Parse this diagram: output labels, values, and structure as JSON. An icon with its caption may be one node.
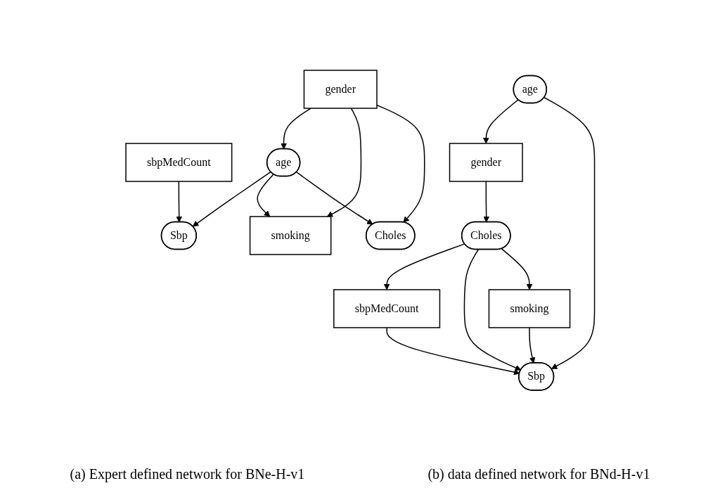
{
  "diagram": {
    "nodes": [
      {
        "text": [
          "gender"
        ]
      },
      {
        "text": [
          "sbpMedCount"
        ]
      },
      {
        "text": [
          "age"
        ]
      },
      {
        "text": [
          "Sbp"
        ]
      },
      {
        "text": [
          "smoking"
        ]
      },
      {
        "text": [
          "Choles"
        ]
      },
      {
        "text": [
          "age"
        ]
      },
      {
        "text": [
          "gender"
        ]
      },
      {
        "text": [
          "Choles"
        ]
      },
      {
        "text": [
          "sbpMedCount"
        ]
      },
      {
        "text": [
          "smoking"
        ]
      },
      {
        "text": [
          "Sbp"
        ]
      }
    ],
    "edges": [
      {
        "from": 0,
        "to": 2,
        "arrow": "to"
      },
      {
        "from": 0,
        "to": 4,
        "arrow": "to"
      },
      {
        "from": 0,
        "to": 5,
        "arrow": "to"
      },
      {
        "from": 1,
        "to": 3,
        "arrow": "to"
      },
      {
        "from": 2,
        "to": 3,
        "arrow": "to"
      },
      {
        "from": 2,
        "to": 4,
        "arrow": "to"
      },
      {
        "from": 2,
        "to": 5,
        "arrow": "to"
      },
      {
        "from": 6,
        "to": 7,
        "arrow": "to"
      },
      {
        "from": 6,
        "to": 11,
        "arrow": "to"
      },
      {
        "from": 7,
        "to": 8,
        "arrow": "to"
      },
      {
        "from": 8,
        "to": 9,
        "arrow": "to"
      },
      {
        "from": 8,
        "to": 11,
        "arrow": "to"
      },
      {
        "from": 8,
        "to": 10,
        "arrow": "to"
      },
      {
        "from": 9,
        "to": 11,
        "arrow": "to"
      },
      {
        "from": 10,
        "to": 11,
        "arrow": "to"
      }
    ],
    "labels": [
      "(a) Expert defined network for BNe-H-v1",
      "(b) data defined network for BNd-H-v1"
    ]
  }
}
